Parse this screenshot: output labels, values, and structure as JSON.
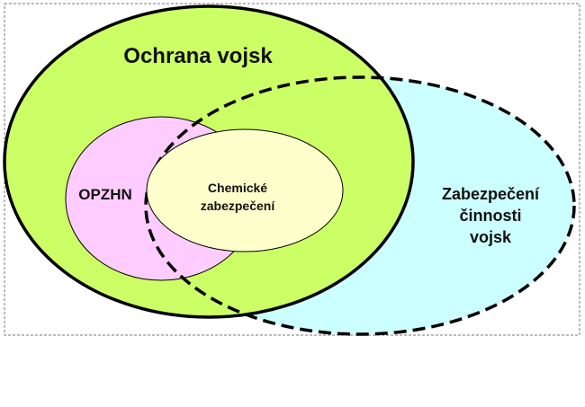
{
  "diagram": {
    "sets": {
      "ochrana": {
        "label": "Ochrana vojsk",
        "color": "#ccff66"
      },
      "opzhn": {
        "label": "OPZHN",
        "color": "#ffccff"
      },
      "chemicke": {
        "label_lines": [
          "Chemické",
          "zabezpečení"
        ],
        "color": "#ffffcc"
      },
      "zabezpeceni": {
        "label_lines": [
          "Zabezpečení",
          "činnosti",
          "vojsk"
        ],
        "color": "#ccffff"
      }
    }
  }
}
